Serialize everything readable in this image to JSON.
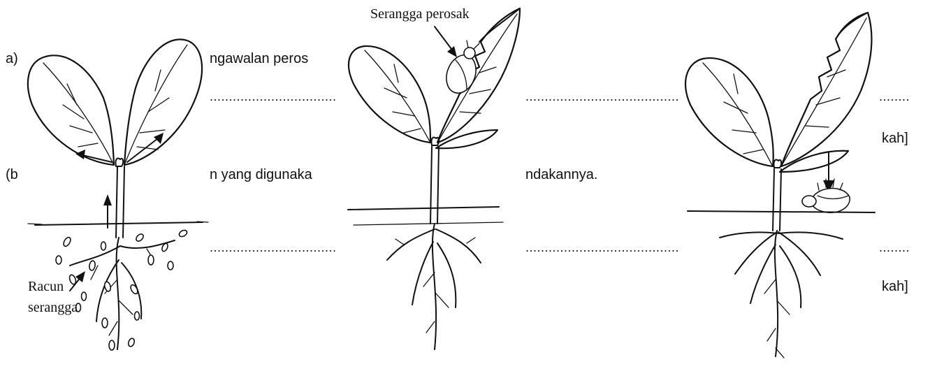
{
  "worksheet": {
    "line_a": {
      "prefix": "a)",
      "fragment": "ngawalan peros"
    },
    "line_b": {
      "prefix": "(b",
      "fragment_1": "n yang digunaka",
      "fragment_2": "ndakannya."
    },
    "mark_1": "kah]",
    "mark_2": "kah]",
    "dots_row_1": {
      "seg_1": "........................................................................................",
      "seg_2": "..........................................................................",
      "seg_3": "........"
    },
    "dots_row_2": {
      "seg_1": "........................................................................................",
      "seg_2": "..........................................................................",
      "seg_3": "........"
    }
  },
  "figures": {
    "figure_1": {
      "label_line_1": "Racun",
      "label_line_2": "serangga"
    },
    "figure_2": {
      "label": "Serangga perosak"
    },
    "figure_3": {}
  },
  "colors": {
    "ink": "#111111",
    "paper": "#ffffff"
  }
}
